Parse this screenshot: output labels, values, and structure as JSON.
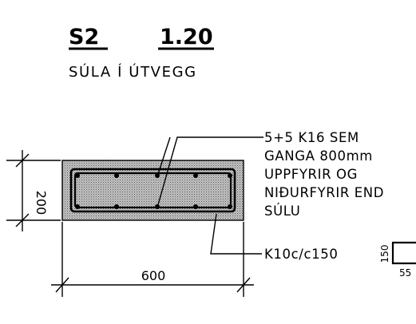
{
  "title": {
    "mark": "S2",
    "scale": "1.20",
    "subtitle": "SÚLA Í ÚTVEGG"
  },
  "section": {
    "width_dim": "600",
    "height_dim": "200",
    "fill_color": "#b8b8b8"
  },
  "annotations": {
    "main_bars": [
      "5+5 K16 SEM",
      "GANGA 800mm",
      "UPPFYRIR OG",
      "NIÐURFYRIR END",
      "SÚLU"
    ],
    "stirrups": "K10c/c150",
    "stirrup_detail": {
      "height": "150",
      "width": "55"
    }
  }
}
